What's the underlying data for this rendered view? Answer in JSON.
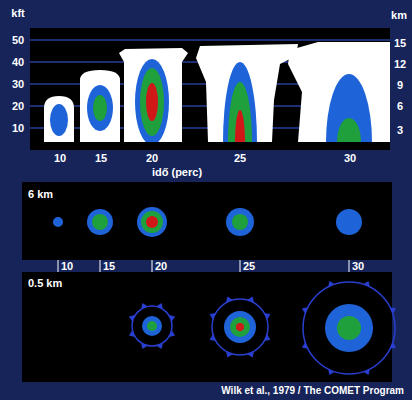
{
  "diagram": {
    "labels": [
      "kft",
      "50",
      "40",
      "30",
      "20",
      "10",
      "km",
      "15",
      "12",
      "9",
      "6",
      "3",
      "10",
      "15",
      "20",
      "25",
      "30",
      "idő (perc)",
      "6 km",
      "10",
      "15",
      "20",
      "25",
      "30",
      "0.5 km",
      "Wilk et al., 1979 / The COMET Program"
    ]
  }
}
